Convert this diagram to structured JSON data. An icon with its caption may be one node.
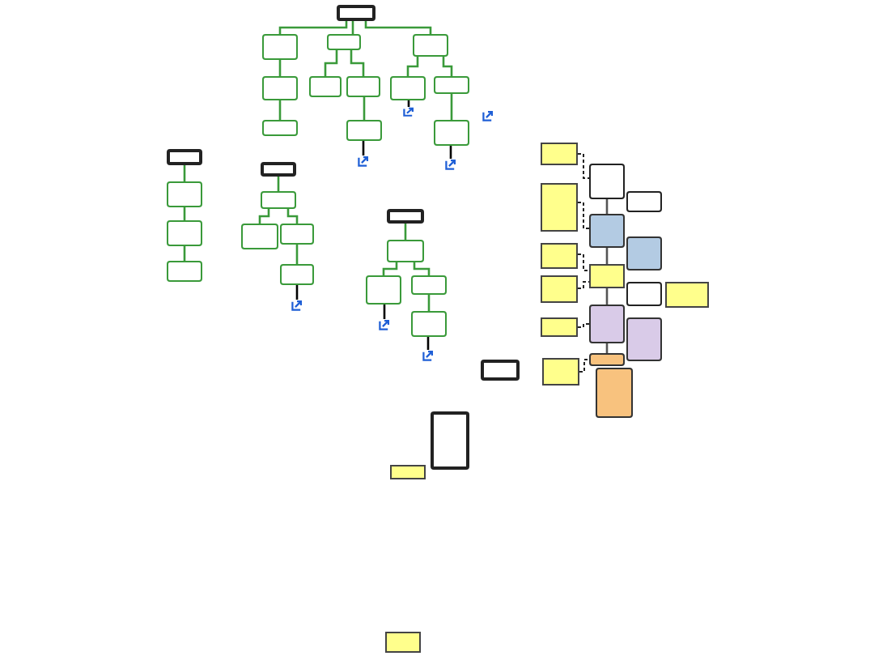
{
  "diagram": {
    "nodes": [
      {
        "text": [],
        "shape": "box"
      },
      {
        "text": [],
        "shape": "box"
      },
      {
        "text": [],
        "shape": "box"
      },
      {
        "text": [],
        "shape": "box"
      },
      {
        "text": [],
        "shape": "box"
      },
      {
        "text": [],
        "shape": "box"
      },
      {
        "text": [],
        "shape": "box"
      },
      {
        "text": [],
        "shape": "box"
      },
      {
        "text": [],
        "shape": "box"
      },
      {
        "text": [],
        "shape": "picture"
      },
      {
        "text": [],
        "shape": "box"
      },
      {
        "text": [],
        "shape": "picture"
      },
      {
        "text": [],
        "shape": "box"
      },
      {
        "text": [],
        "shape": "box"
      },
      {
        "text": [],
        "shape": "picture"
      },
      {
        "text": [],
        "shape": "picture"
      },
      {
        "text": [],
        "shape": "box"
      },
      {
        "text": [],
        "shape": "box"
      },
      {
        "text": [],
        "shape": "box"
      },
      {
        "text": [],
        "shape": "box"
      },
      {
        "text": [],
        "shape": "box"
      },
      {
        "text": [],
        "shape": "box"
      },
      {
        "text": [],
        "shape": "box"
      },
      {
        "text": [],
        "shape": "box"
      },
      {
        "text": [],
        "shape": "box"
      },
      {
        "text": [],
        "shape": "picture"
      },
      {
        "text": [],
        "shape": "box"
      },
      {
        "text": [],
        "shape": "box"
      },
      {
        "text": [],
        "shape": "box"
      },
      {
        "text": [],
        "shape": "picture"
      },
      {
        "text": [],
        "shape": "box"
      },
      {
        "text": [],
        "shape": "box"
      },
      {
        "text": [],
        "shape": "picture"
      },
      {
        "text": [],
        "shape": "box"
      },
      {
        "text": [],
        "shape": "box"
      },
      {
        "text": [],
        "shape": "box"
      },
      {
        "text": [],
        "shape": "box"
      },
      {
        "text": [],
        "shape": "box"
      },
      {
        "text": [],
        "shape": "box"
      },
      {
        "text": [],
        "shape": "box"
      },
      {
        "text": [],
        "shape": "box"
      },
      {
        "text": [],
        "shape": "box"
      },
      {
        "text": [],
        "shape": "box"
      },
      {
        "text": [],
        "shape": "box"
      },
      {
        "text": [],
        "shape": "box"
      },
      {
        "text": [],
        "shape": "box"
      },
      {
        "text": [],
        "shape": "box"
      },
      {
        "text": [],
        "shape": "box"
      },
      {
        "text": [],
        "shape": "box"
      },
      {
        "text": [],
        "shape": "box"
      },
      {
        "text": [],
        "shape": "box"
      },
      {
        "text": [],
        "shape": "box"
      },
      {
        "text": [],
        "shape": "box"
      },
      {
        "text": [],
        "shape": "box"
      }
    ],
    "edges": [
      {
        "from": 0,
        "to": 1,
        "arrow": "none"
      },
      {
        "from": 0,
        "to": 2,
        "arrow": "none"
      },
      {
        "from": 0,
        "to": 3,
        "arrow": "none"
      },
      {
        "from": 1,
        "to": 4,
        "arrow": "none"
      },
      {
        "from": 4,
        "to": 5,
        "arrow": "none"
      },
      {
        "from": 2,
        "to": 6,
        "arrow": "none"
      },
      {
        "from": 2,
        "to": 7,
        "arrow": "none"
      },
      {
        "from": 7,
        "to": 8,
        "arrow": "none"
      },
      {
        "from": 8,
        "to": 9,
        "arrow": "none",
        "color": "#000000"
      },
      {
        "from": 3,
        "to": 10,
        "arrow": "none"
      },
      {
        "from": 3,
        "to": 12,
        "arrow": "none"
      },
      {
        "from": 10,
        "to": 11,
        "arrow": "none",
        "color": "#000000"
      },
      {
        "from": 12,
        "to": 13,
        "arrow": "none"
      },
      {
        "from": 13,
        "to": 14,
        "arrow": "none",
        "color": "#000000"
      },
      {
        "from": 16,
        "to": 17,
        "arrow": "none"
      },
      {
        "from": 17,
        "to": 18,
        "arrow": "none"
      },
      {
        "from": 18,
        "to": 19,
        "arrow": "none"
      },
      {
        "from": 20,
        "to": 21,
        "arrow": "none"
      },
      {
        "from": 21,
        "to": 22,
        "arrow": "none"
      },
      {
        "from": 21,
        "to": 23,
        "arrow": "none"
      },
      {
        "from": 23,
        "to": 24,
        "arrow": "none"
      },
      {
        "from": 24,
        "to": 25,
        "arrow": "none",
        "color": "#000000"
      },
      {
        "from": 26,
        "to": 27,
        "arrow": "none"
      },
      {
        "from": 27,
        "to": 28,
        "arrow": "none"
      },
      {
        "from": 27,
        "to": 30,
        "arrow": "none"
      },
      {
        "from": 28,
        "to": 29,
        "arrow": "none",
        "color": "#000000"
      },
      {
        "from": 30,
        "to": 31,
        "arrow": "none"
      },
      {
        "from": 31,
        "to": 32,
        "arrow": "none",
        "color": "#000000"
      },
      {
        "from": 35,
        "to": 38,
        "arrow": "none",
        "color": "#555555"
      },
      {
        "from": 38,
        "to": 41,
        "arrow": "none",
        "color": "#555555"
      },
      {
        "from": 41,
        "to": 45,
        "arrow": "none",
        "color": "#555555"
      },
      {
        "from": 45,
        "to": 48,
        "arrow": "none",
        "color": "#555555"
      },
      {
        "from": 34,
        "to": 35,
        "arrow": "none",
        "style": "dashed",
        "color": "#222222"
      },
      {
        "from": 37,
        "to": 38,
        "arrow": "none",
        "style": "dashed",
        "color": "#222222"
      },
      {
        "from": 40,
        "to": 41,
        "arrow": "none",
        "style": "dashed",
        "color": "#222222"
      },
      {
        "from": 42,
        "to": 41,
        "arrow": "none",
        "style": "dashed",
        "color": "#222222"
      },
      {
        "from": 46,
        "to": 45,
        "arrow": "none",
        "style": "dashed",
        "color": "#222222"
      },
      {
        "from": 50,
        "to": 48,
        "arrow": "none",
        "style": "dashed",
        "color": "#222222"
      }
    ]
  }
}
